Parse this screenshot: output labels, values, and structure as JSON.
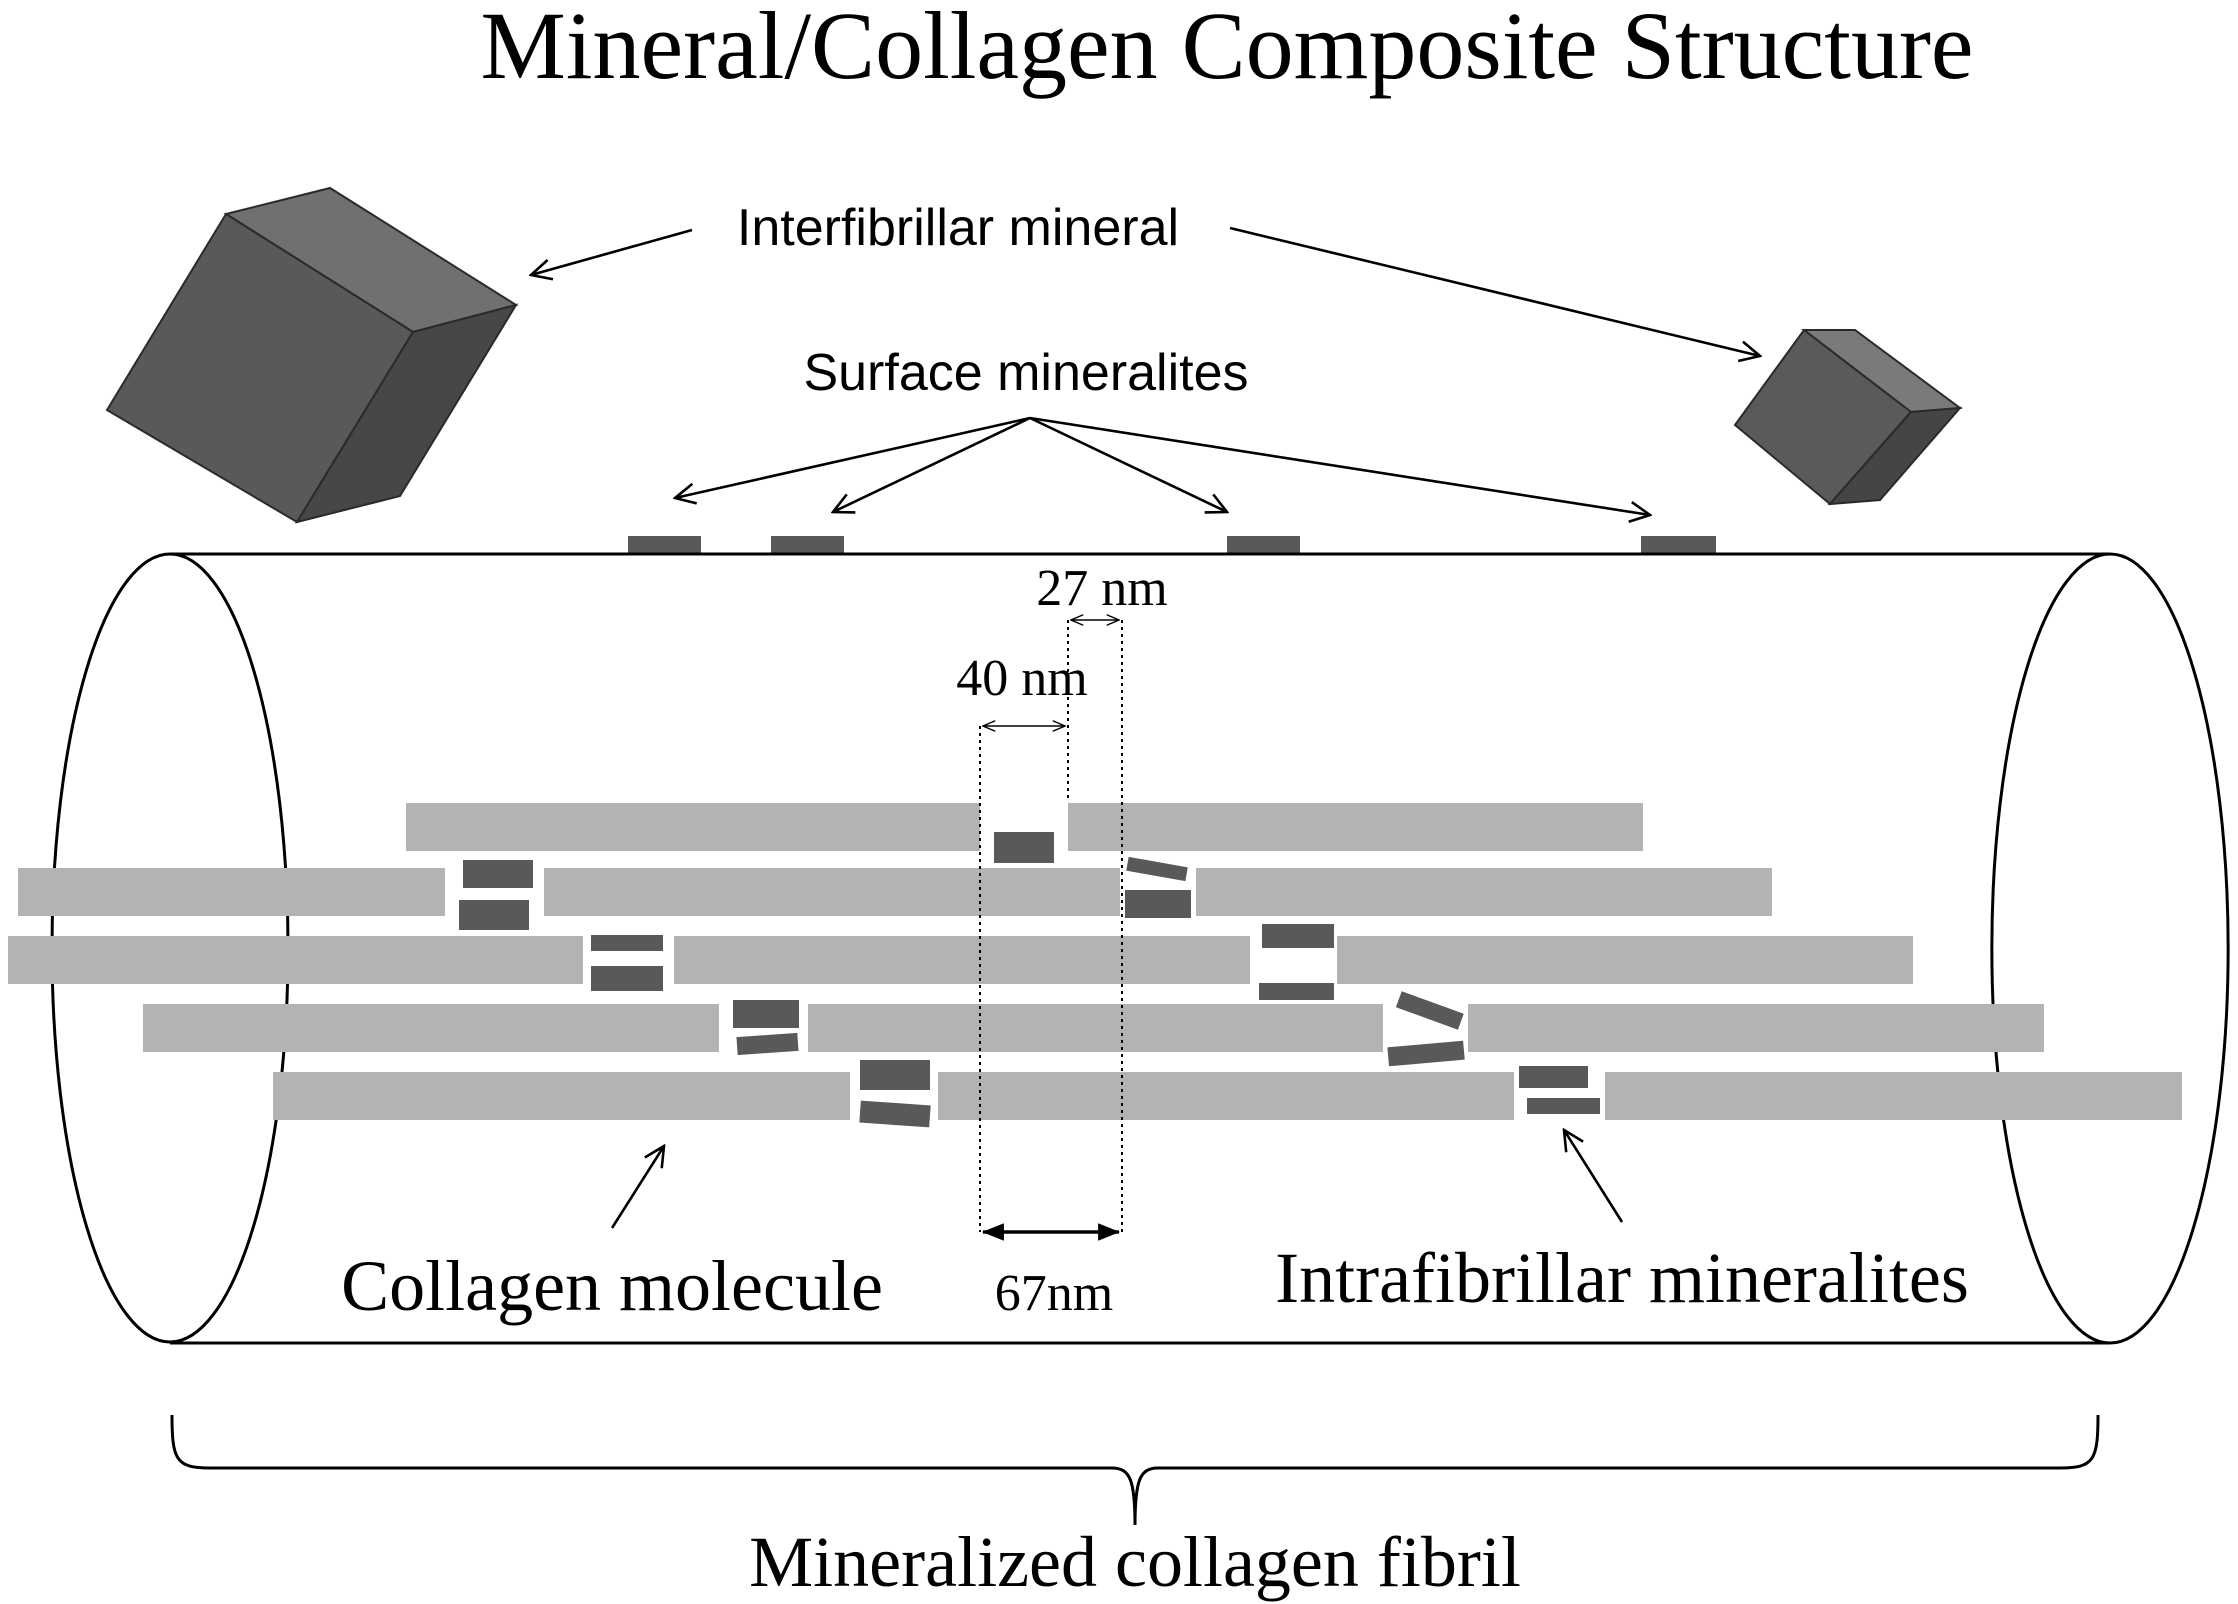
{
  "title": "Mineral/Collagen Composite Structure",
  "labels": {
    "interfibrillar_mineral": "Interfibrillar mineral",
    "surface_mineralites": "Surface mineralites",
    "collagen_molecule": "Collagen molecule",
    "intrafibrillar_mineralites": "Intrafibrillar mineralites",
    "mineralized_collagen_fibril": "Mineralized collagen fibril"
  },
  "dimensions": {
    "gap": "27 nm",
    "overlap": "40 nm",
    "period": "67nm"
  },
  "colors": {
    "collagen": "#b3b3b3",
    "mineral": "#595959",
    "mineral_light": "#707070",
    "mineral_dark": "#3f3f3f",
    "outline": "#000000"
  }
}
